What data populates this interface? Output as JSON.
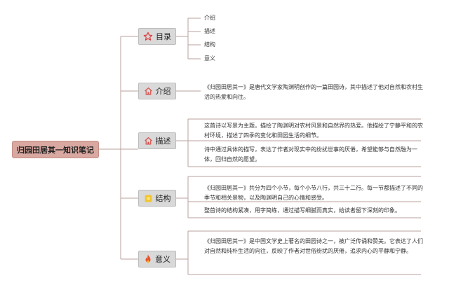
{
  "root": {
    "label": "归园田居其一知识笔记"
  },
  "branches": [
    {
      "label": "目录",
      "icon": "star-icon",
      "icon_color": "#e0373b"
    },
    {
      "label": "介绍",
      "icon": "home-icon",
      "icon_color": "#d9534f"
    },
    {
      "label": "描述",
      "icon": "home-icon",
      "icon_color": "#d9534f"
    },
    {
      "label": "结构",
      "icon": "sun-icon",
      "icon_color": "#f0c020"
    },
    {
      "label": "意义",
      "icon": "fire-icon",
      "icon_color": "#e8502a"
    }
  ],
  "contents": {
    "items": [
      "介绍",
      "描述",
      "结构",
      "意义"
    ],
    "intro": "《归园田居其一》是唐代文学家陶渊明创作的一篇田园诗，其中描述了他对自然和农村生活的热爱和向往。",
    "desc_1": "这首诗以写景为主题，描绘了陶渊明对农村风景和自然界的热爱。他描绘了宁静平和的农村环境，描述了四季的变化和田园生活的细节。",
    "desc_2": "诗中通过具体的描写，表达了作者对现实中的纷扰世事的厌倦，希望能够与自然融为一体，回归自然的愿望。",
    "struct_1": "《归园田居其一》共分为四个小节，每个小节八行，共三十二行。每一节都描述了不同的季节和相关景物，以及陶渊明自己的心情和感受。",
    "struct_2": "整首诗的结构紧凑，用字简练，通过描写细腻而真实，给读者留下深刻的印象。",
    "meaning": "《归园田居其一》是中国文学史上著名的田园诗之一，被广泛传诵和赞美。它表达了人们对自然和纯朴生活的向往，反映了作者对世俗纷扰的厌倦，追求内心的平静和宁静。"
  },
  "colors": {
    "root_fill": "#d9a8a1",
    "branch_fill": "#d9d9d9",
    "line": "#b9a29e"
  }
}
